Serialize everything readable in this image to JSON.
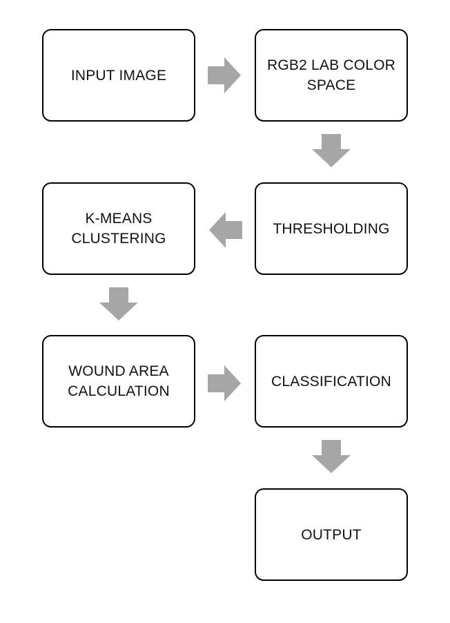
{
  "diagram": {
    "nodes": [
      {
        "id": "n1",
        "label": "INPUT IMAGE"
      },
      {
        "id": "n2",
        "label": "RGB2 LAB COLOR\nSPACE"
      },
      {
        "id": "n3",
        "label": "THRESHOLDING"
      },
      {
        "id": "n4",
        "label": "K-MEANS\nCLUSTERING"
      },
      {
        "id": "n5",
        "label": "WOUND AREA\nCALCULATION"
      },
      {
        "id": "n6",
        "label": "CLASSIFICATION"
      },
      {
        "id": "n7",
        "label": "OUTPUT"
      }
    ],
    "edges": [
      {
        "from": "n1",
        "to": "n2",
        "direction": "right"
      },
      {
        "from": "n2",
        "to": "n3",
        "direction": "down"
      },
      {
        "from": "n3",
        "to": "n4",
        "direction": "left"
      },
      {
        "from": "n4",
        "to": "n5",
        "direction": "down"
      },
      {
        "from": "n5",
        "to": "n6",
        "direction": "right"
      },
      {
        "from": "n6",
        "to": "n7",
        "direction": "down"
      }
    ],
    "colors": {
      "box_border": "#000000",
      "arrow_fill": "#a6a6a6",
      "background": "#ffffff"
    }
  }
}
